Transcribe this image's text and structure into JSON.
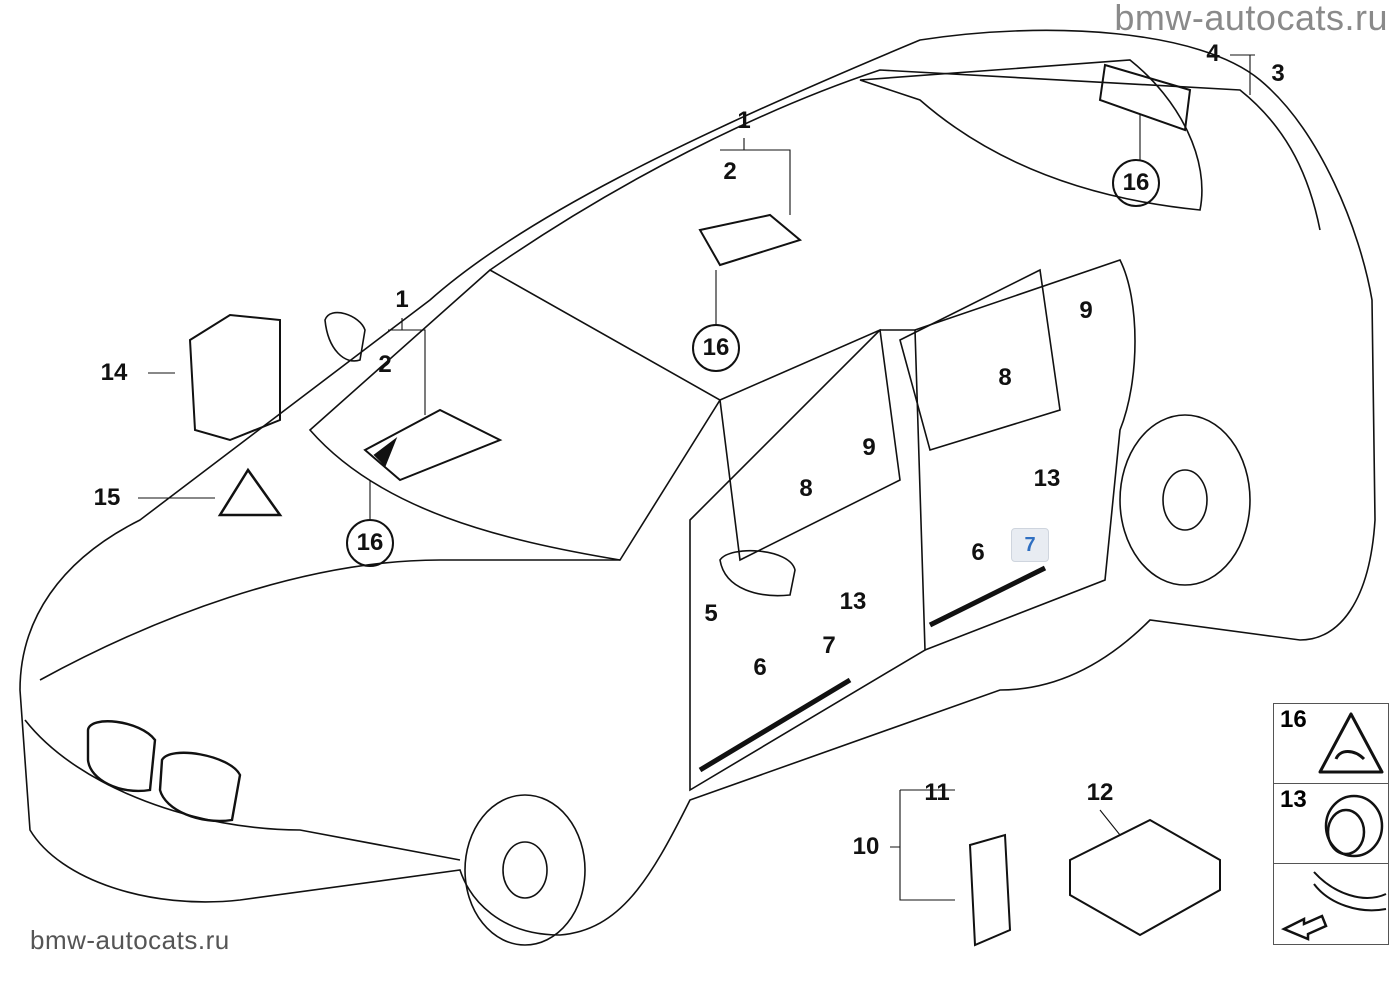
{
  "watermark": {
    "top": "bmw-autocats.ru",
    "bottom": "bmw-autocats.ru"
  },
  "callouts": [
    {
      "label": "4"
    },
    {
      "label": "3"
    },
    {
      "label": "16"
    },
    {
      "label": "1"
    },
    {
      "label": "2"
    },
    {
      "label": "16"
    },
    {
      "label": "1"
    },
    {
      "label": "2"
    },
    {
      "label": "16"
    },
    {
      "label": "14"
    },
    {
      "label": "15"
    },
    {
      "label": "9"
    },
    {
      "label": "8"
    },
    {
      "label": "13"
    },
    {
      "label": "9"
    },
    {
      "label": "8"
    },
    {
      "label": "13"
    },
    {
      "label": "6"
    },
    {
      "label": "7"
    },
    {
      "label": "5"
    },
    {
      "label": "7"
    },
    {
      "label": "6"
    },
    {
      "label": "11"
    },
    {
      "label": "12"
    },
    {
      "label": "10"
    }
  ],
  "highlighted_callout": "7",
  "highlight_color": "#2f6fc1",
  "legend": [
    {
      "label": "16",
      "icon": "warning-triangle-sticker-icon"
    },
    {
      "label": "13",
      "icon": "grommet-icon"
    },
    {
      "label": "",
      "icon": "vehicle-front-arrow-icon"
    }
  ]
}
